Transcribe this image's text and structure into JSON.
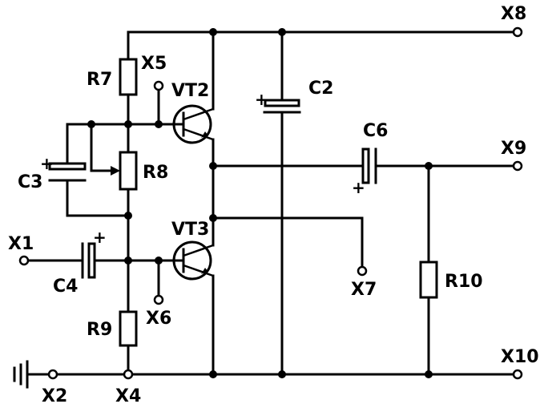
{
  "labels": {
    "r7": "R7",
    "r8": "R8",
    "r9": "R9",
    "r10": "R10",
    "c2": "C2",
    "c3": "C3",
    "c4": "C4",
    "c6": "C6",
    "vt2": "VT2",
    "vt3": "VT3",
    "x1": "X1",
    "x2": "X2",
    "x4": "X4",
    "x5": "X5",
    "x6": "X6",
    "x7": "X7",
    "x8": "X8",
    "x9": "X9",
    "x10": "X10"
  },
  "polarity": "+"
}
